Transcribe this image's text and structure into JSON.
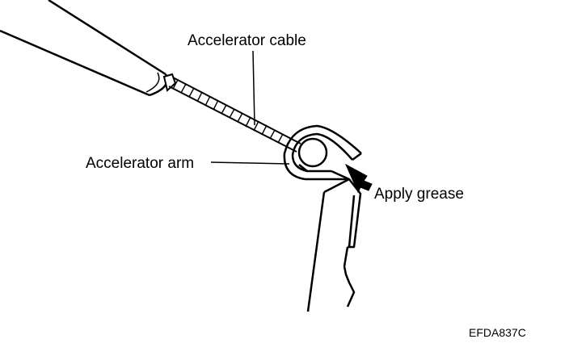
{
  "diagram": {
    "labels": {
      "cable": "Accelerator cable",
      "arm": "Accelerator arm",
      "grease": "Apply grease"
    },
    "figure_code": "EFDA837C"
  },
  "colors": {
    "ink": "#000000",
    "paper": "#ffffff"
  }
}
